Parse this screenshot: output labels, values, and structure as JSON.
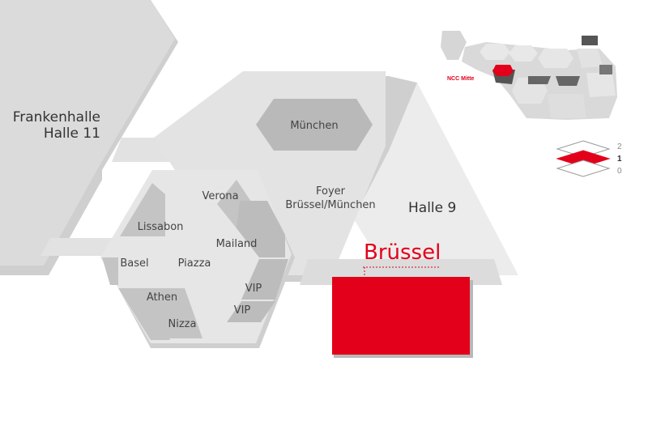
{
  "map": {
    "colors": {
      "accent": "#e2001a",
      "floor": "#e3e3e3",
      "room": "#b9b9b9",
      "wall": "#cfcfcf"
    },
    "halls": {
      "frankenhalle": "Frankenhalle",
      "halle11": "Halle 11",
      "halle9": "Halle 9"
    },
    "foyer": {
      "line1": "Foyer",
      "line2": "Brüssel/München"
    },
    "rooms": {
      "muenchen": "München",
      "verona": "Verona",
      "lissabon": "Lissabon",
      "mailand": "Mailand",
      "basel": "Basel",
      "piazza": "Piazza",
      "athen": "Athen",
      "vip1": "VIP",
      "vip2": "VIP",
      "nizza": "Nizza"
    },
    "highlight": "Brüssel"
  },
  "overview": {
    "label": "NCC Mitte"
  },
  "levels": {
    "top": "2",
    "current": "1",
    "bottom": "0"
  }
}
